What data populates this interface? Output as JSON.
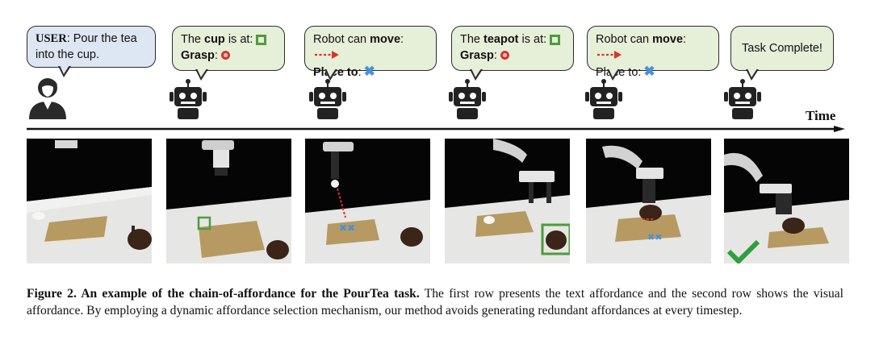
{
  "user_bubble": {
    "speaker": "USER",
    "text": ": Pour the tea into the cup."
  },
  "steps": [
    {
      "line1_prefix": "The ",
      "line1_bold": "cup",
      "line1_suffix": " is at:",
      "line2_bold": "Grasp",
      "line2_suffix": ":"
    },
    {
      "line1_prefix": "Robot can ",
      "line1_bold": "move",
      "line1_suffix": ":",
      "line2_bold": "Place to",
      "line2_suffix": ":"
    },
    {
      "line1_prefix": "The ",
      "line1_bold": "teapot",
      "line1_suffix": " is at:",
      "line2_bold": "Grasp",
      "line2_suffix": ":"
    },
    {
      "line1_prefix": "Robot can ",
      "line1_bold": "move",
      "line1_suffix": ":",
      "line2_bold": "",
      "line2_suffix": "Place to:"
    },
    {
      "text": "Task Complete!"
    }
  ],
  "timeline_label": "Time",
  "icons": [
    "person-icon",
    "robot-icon",
    "green-box-icon",
    "red-dot-icon",
    "red-arrow-icon",
    "blue-x-icon",
    "green-check-icon"
  ],
  "colors": {
    "user_bubble": "#dde6f3",
    "robot_bubble": "#e6efd8",
    "box_green": "#4d9b3e",
    "arrow_red": "#d8342a",
    "x_blue": "#4a90d9",
    "check_green": "#2e9e3e"
  },
  "caption": {
    "lead": "Figure 2.  An example of the chain-of-affordance for the PourTea task.",
    "body": "  The first row presents the text affordance and the second row shows the visual affordance.  By employing a dynamic affordance selection mechanism, our method avoids generating redundant affordances at every timestep."
  }
}
